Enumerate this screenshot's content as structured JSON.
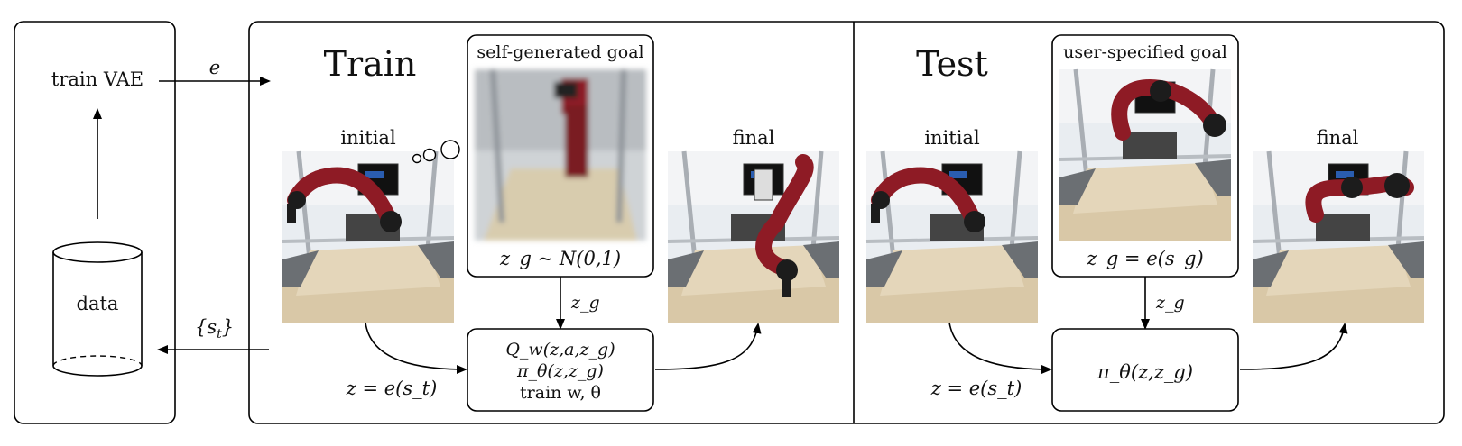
{
  "left_panel": {
    "train_vae_label": "train VAE",
    "data_label": "data",
    "encoder_edge_label": "e",
    "states_edge_label": "{s",
    "states_edge_sub": "t",
    "states_edge_close": "}"
  },
  "train_panel": {
    "title": "Train",
    "initial_label": "initial",
    "final_label": "final",
    "goal_box_title": "self-generated goal",
    "goal_sample_formula": "z_g ~ N(0,1)",
    "zg_edge_label": "z_g",
    "encode_edge_label": "z = e(s_t)",
    "learner_lines": [
      "Q_w(z,a,z_g)",
      "π_θ(z,z_g)",
      "train w, θ"
    ]
  },
  "test_panel": {
    "title": "Test",
    "initial_label": "initial",
    "final_label": "final",
    "goal_box_title": "user-specified goal",
    "goal_encode_formula": "z_g = e(s_g)",
    "zg_edge_label": "z_g",
    "encode_edge_label": "z = e(s_t)",
    "policy_label": "π_θ(z,z_g)"
  },
  "colors": {
    "robot_red": "#8e1b25",
    "robot_black": "#1c1c1c",
    "wood": "#d8c7a6",
    "wall": "#eceff2",
    "frame": "#9aa0a6"
  }
}
